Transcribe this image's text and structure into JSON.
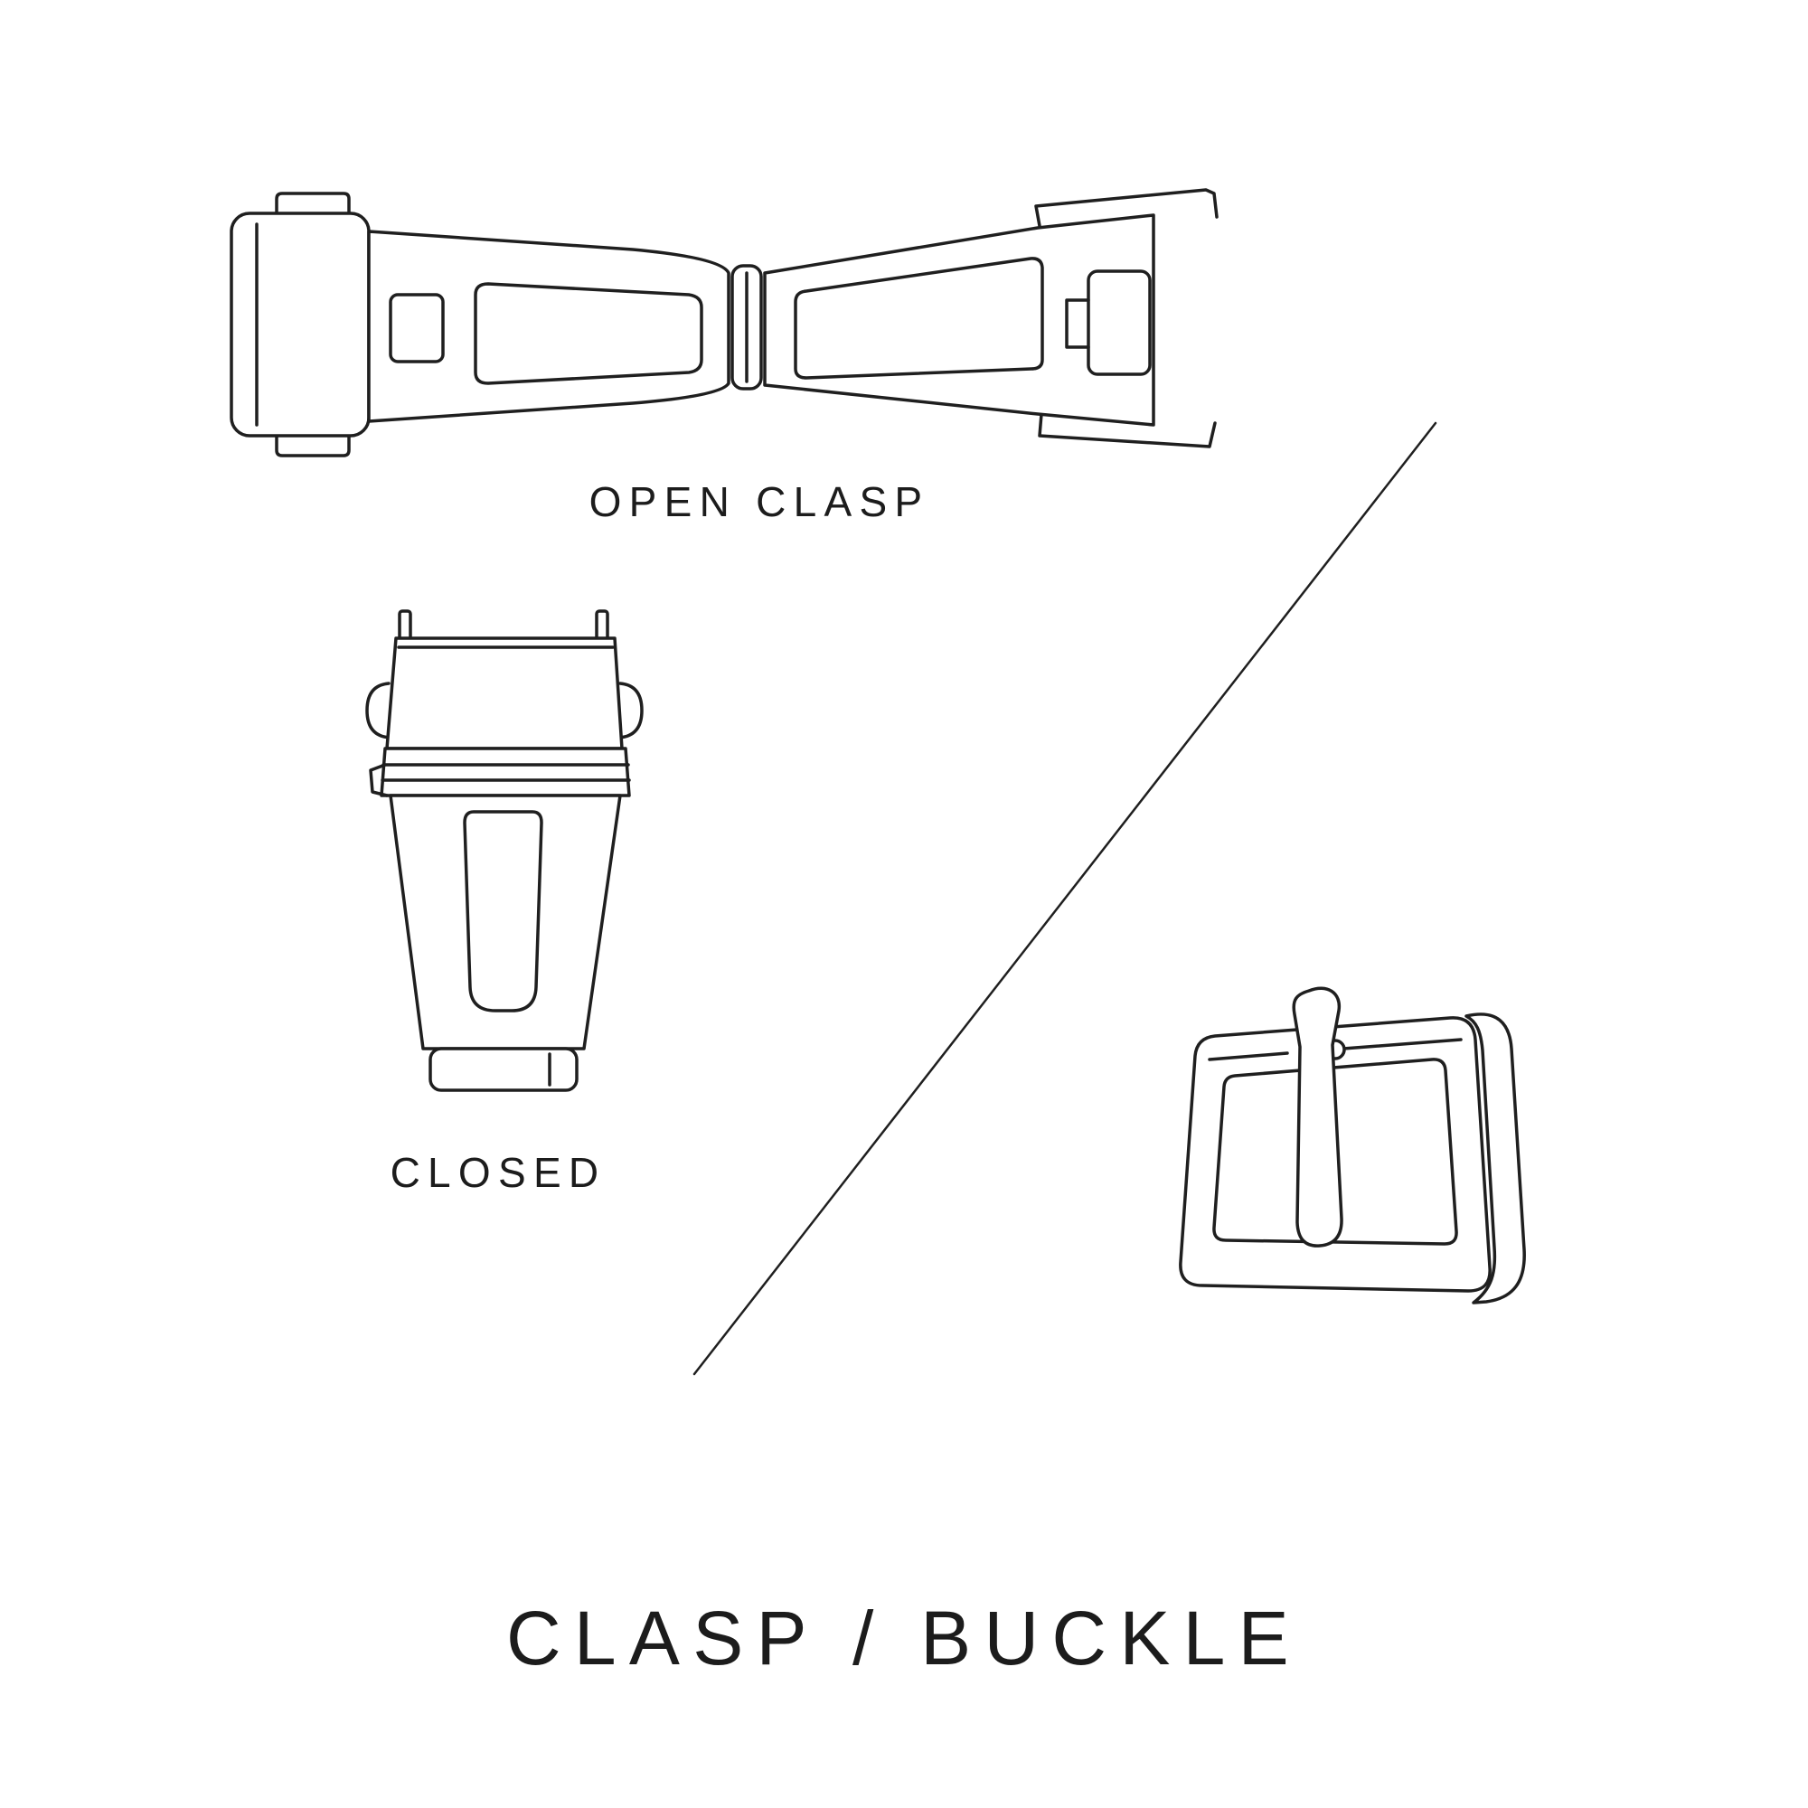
{
  "page": {
    "background": "#ffffff",
    "line_color": "#1f1f1f"
  },
  "labels": {
    "open_clasp": "OPEN CLASP",
    "closed": "CLOSED",
    "title": "CLASP / BUCKLE"
  },
  "illustrations": {
    "open_clasp": "open-clasp-line-drawing",
    "closed_clasp": "closed-clasp-line-drawing",
    "pin_buckle": "pin-buckle-line-drawing"
  }
}
